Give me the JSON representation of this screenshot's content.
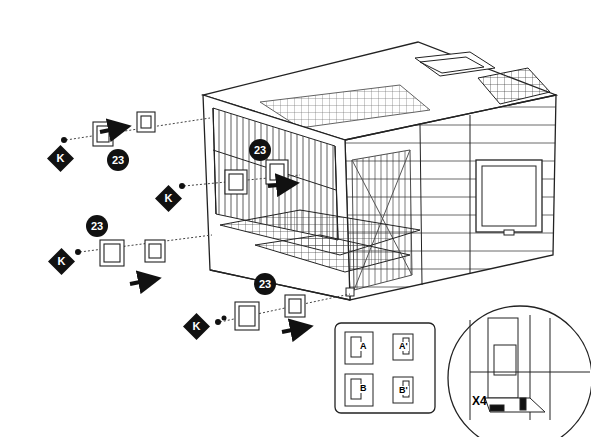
{
  "diagram": {
    "nodes": [
      {
        "text": [
          "23"
        ]
      },
      {
        "text": [
          "K"
        ]
      },
      {
        "text": [
          "23"
        ]
      },
      {
        "text": [
          "K"
        ]
      },
      {
        "text": [
          "23"
        ]
      },
      {
        "text": [
          "K"
        ]
      },
      {
        "text": [
          "23"
        ]
      },
      {
        "text": [
          "K"
        ]
      }
    ],
    "labels": [
      "A",
      "A'",
      "B",
      "B'",
      "X4"
    ]
  }
}
